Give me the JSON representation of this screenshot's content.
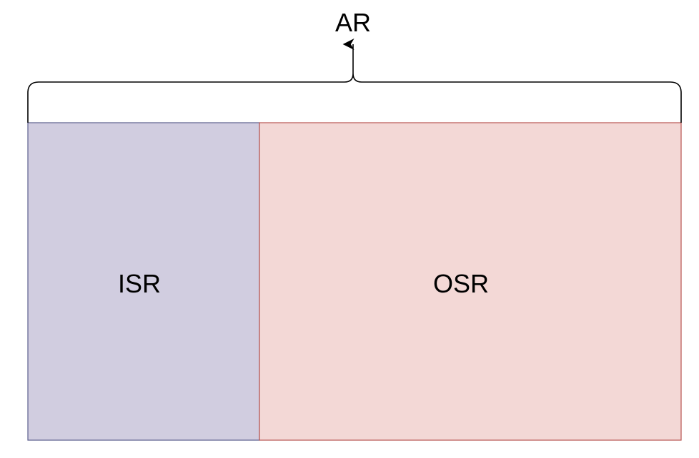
{
  "diagram": {
    "title": "AR",
    "regions": [
      {
        "label": "ISR",
        "fill": "#d1cde0",
        "stroke": "#5a5d8c"
      },
      {
        "label": "OSR",
        "fill": "#f3d8d6",
        "stroke": "#b85450"
      }
    ],
    "bracket_color": "#000000"
  }
}
